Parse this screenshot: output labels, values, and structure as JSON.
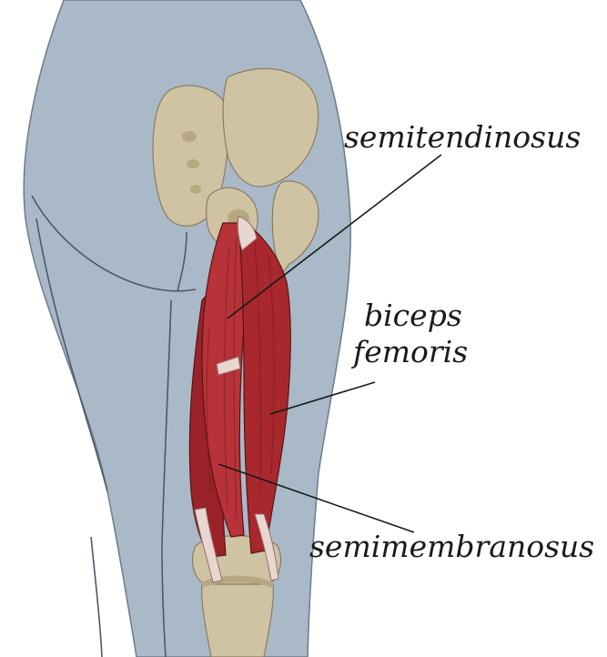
{
  "labels": {
    "semitendinosus": "semitendinosus",
    "biceps_line1": "biceps",
    "biceps_line2": "femoris",
    "semimembranosus": "semimembranosus"
  },
  "colors": {
    "skin": "#a9b9c7",
    "bone": "#cfc3a3",
    "muscle": "#a8282d",
    "muscle_light": "#c9505a",
    "tendon": "#e8d6d0",
    "ink": "#1a1a1a"
  }
}
